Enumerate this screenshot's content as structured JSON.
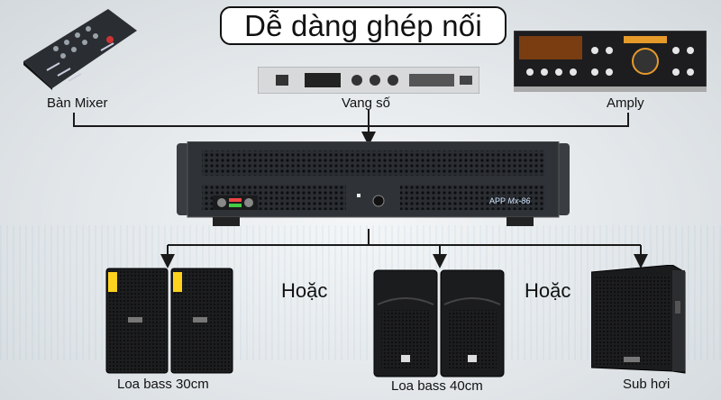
{
  "title": "Dễ dàng ghép nối",
  "inputs": {
    "mixer": "Bàn Mixer",
    "effects": "Vang số",
    "amply": "Amply"
  },
  "amplifier": {
    "brand": "APP",
    "model": "Mx-86"
  },
  "outputs": {
    "speaker30": "Loa bass 30cm",
    "speaker40": "Loa bass 40cm",
    "sub": "Sub hơi"
  },
  "separator": "Hoặc",
  "colors": {
    "line": "#1a1a1a",
    "accent": "#ffd21e"
  }
}
